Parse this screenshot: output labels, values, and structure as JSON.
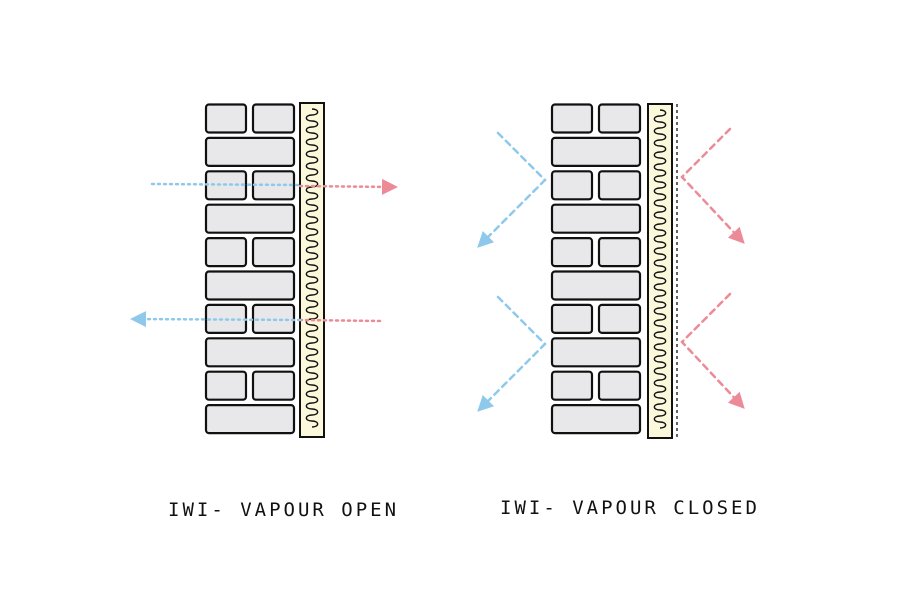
{
  "diagrams": [
    {
      "id": "vapour-open",
      "caption": "IWI- VAPOUR OPEN"
    },
    {
      "id": "vapour-closed",
      "caption": "IWI- VAPOUR CLOSED"
    }
  ],
  "colors": {
    "brick_fill": "#e8e8ea",
    "outline": "#111111",
    "insulation_fill": "#fbf8dc",
    "cold_arrow": "#8ec9ec",
    "warm_arrow": "#ec8a97"
  }
}
